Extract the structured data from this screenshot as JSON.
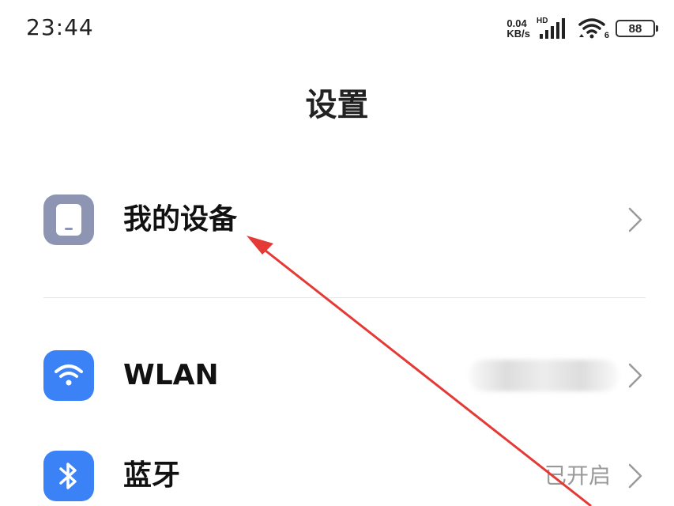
{
  "status_bar": {
    "time": "23:44",
    "net_speed_value": "0.04",
    "net_speed_unit": "KB/s",
    "network_badge": "HD",
    "wifi_badge": "6",
    "battery": "88"
  },
  "header": {
    "title": "设置"
  },
  "settings_list": [
    {
      "label": "我的设备",
      "value": "",
      "icon": "phone-device-icon",
      "icon_bg": "#8E95B3"
    },
    {
      "label": "WLAN",
      "value": "",
      "icon": "wifi-icon",
      "icon_bg": "#3B82F6"
    },
    {
      "label": "蓝牙",
      "value": "已开启",
      "icon": "bluetooth-icon",
      "icon_bg": "#3B82F6"
    }
  ],
  "colors": {
    "annotation_arrow": "#E53935",
    "chevron": "#9a9a9a"
  }
}
